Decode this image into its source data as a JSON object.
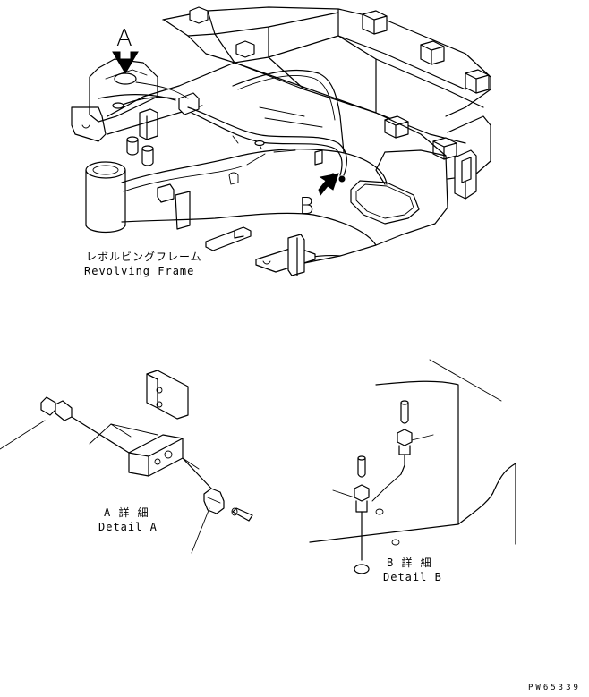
{
  "top_view": {
    "callout_a": "A",
    "callout_b": "B",
    "label_jp": "レボルビングフレーム",
    "label_en": "Revolving Frame"
  },
  "detail_a": {
    "label_jp": "A 詳 細",
    "label_en": "Detail A"
  },
  "detail_b": {
    "label_jp": "B 詳 細",
    "label_en": "Detail B"
  },
  "drawing_code": "PW65339"
}
